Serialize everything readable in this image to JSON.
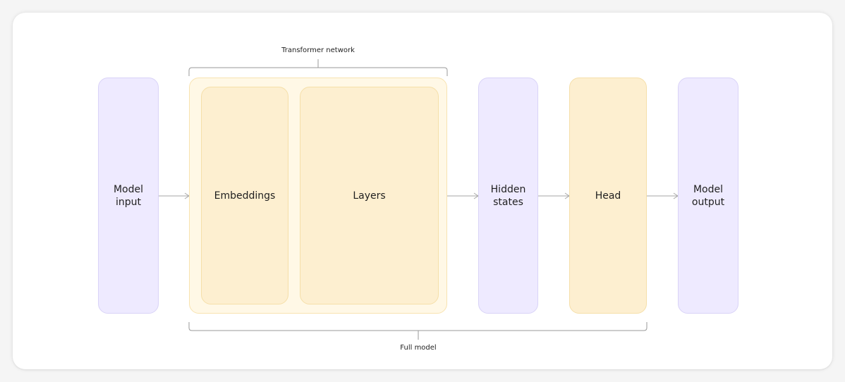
{
  "diagram": {
    "top_bracket_label": "Transformer network",
    "bottom_bracket_label": "Full model",
    "nodes": {
      "model_input": "Model\ninput",
      "embeddings": "Embeddings",
      "layers": "Layers",
      "hidden_states": "Hidden\nstates",
      "head": "Head",
      "model_output": "Model\noutput"
    },
    "colors": {
      "input_output_fill": "#eeeaff",
      "transformer_fill": "#fff8e6",
      "component_fill": "#fdefd0",
      "connector": "#9a9a9a"
    }
  }
}
